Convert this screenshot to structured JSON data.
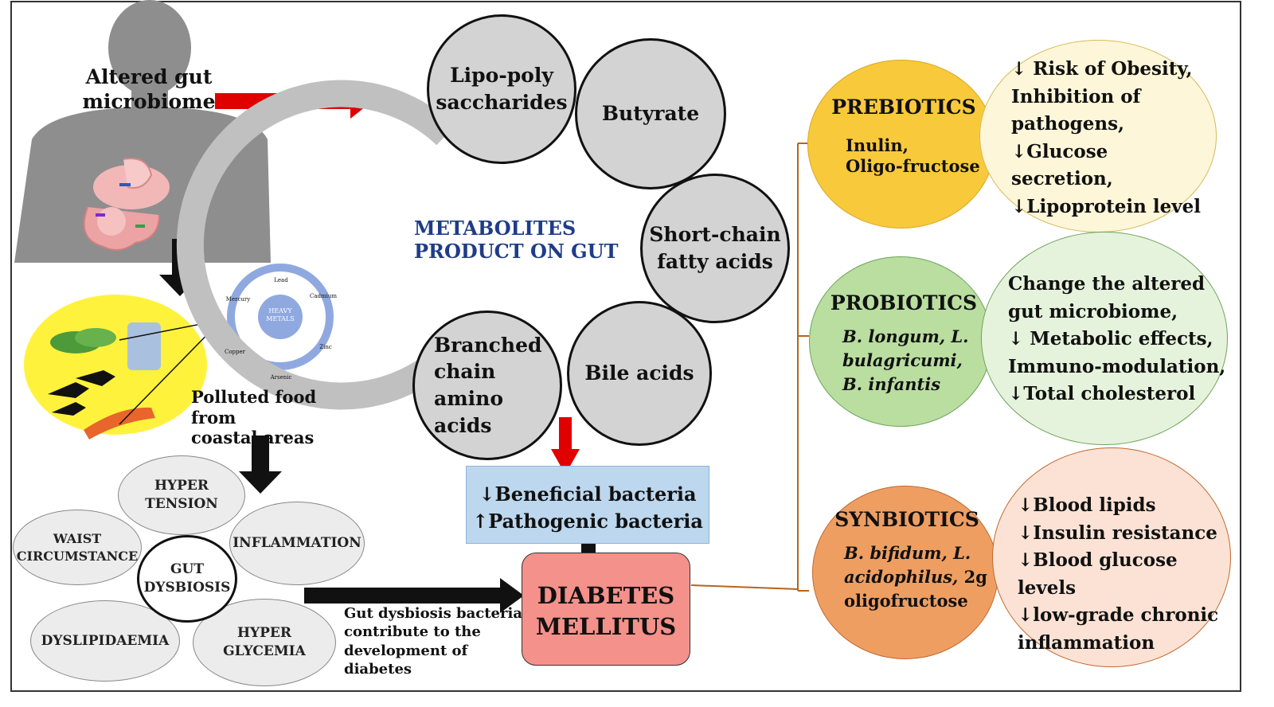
{
  "gut_source": "Altered gut\nmicrobiome",
  "heavy_metals": {
    "center": "HEAVY\nMETALS",
    "items": [
      "Lead",
      "Cadmium",
      "Zinc",
      "Arsenic",
      "Copper",
      "Mercury"
    ]
  },
  "polluted_food": "Polluted food from\ncoastal areas",
  "dysbiosis": {
    "center": "GUT\nDYSBIOSIS",
    "hyper_tension": "HYPER\nTENSION",
    "waist": "WAIST\nCIRCUMSTANCE",
    "inflammation": "INFLAMMATION",
    "dyslipidaemia": "DYSLIPIDAEMIA",
    "hyper_glycemia": "HYPER\nGLYCEMIA"
  },
  "dysbiosis_note": "Gut dysbiosis bacteria\ncontribute to the\ndevelopment of diabetes",
  "metabolites": {
    "title": "METABOLITES\nPRODUCT ON GUT",
    "lps": "Lipo-poly\nsaccharides",
    "butyrate": "Butyrate",
    "scfa": "Short-chain\nfatty acids",
    "bile": "Bile acids",
    "bcaa": "Branched\nchain amino\nacids"
  },
  "bacteria_box": "↓Beneficial bacteria\n↑Pathogenic bacteria",
  "diabetes": "DIABETES\nMELLITUS",
  "treatments": {
    "prebiotics": {
      "title": "PREBIOTICS",
      "examples": "Inulin,\nOligo-fructose",
      "effects": "↓ Risk of Obesity,\nInhibition of\npathogens,\n↓Glucose secretion,\n↓Lipoprotein level"
    },
    "probiotics": {
      "title": "PROBIOTICS",
      "examples": "B. longum, L.\nbulagricumi,\nB. infantis",
      "effects": "Change the altered\ngut microbiome,\n↓ Metabolic effects,\nImmuno-modulation,\n↓Total cholesterol"
    },
    "synbiotics": {
      "title": "SYNBIOTICS",
      "examples_italic": "B. bifidum, L.\nacidophilus,",
      "examples_plain": " 2g\noligofructose",
      "effects": "↓Blood lipids\n↓Insulin resistance\n↓Blood glucose levels\n↓low-grade chronic\ninflammation"
    }
  },
  "colors": {
    "arrow_red": "#e00000",
    "arrow_black": "#111111",
    "metabolite_fill": "#d3d3d3",
    "metabolite_title": "#1f3c88",
    "bacteria_box": "#bcd7ee",
    "diabetes_box": "#f4918a",
    "prebiotic_dark": "#f9c93c",
    "prebiotic_light": "#fef6d8",
    "probiotic_dark": "#b9dea0",
    "probiotic_light": "#e6f3dc",
    "synbiotic_dark": "#ef9e62",
    "synbiotic_light": "#fbe2d4",
    "bracket": "#b5651d"
  }
}
